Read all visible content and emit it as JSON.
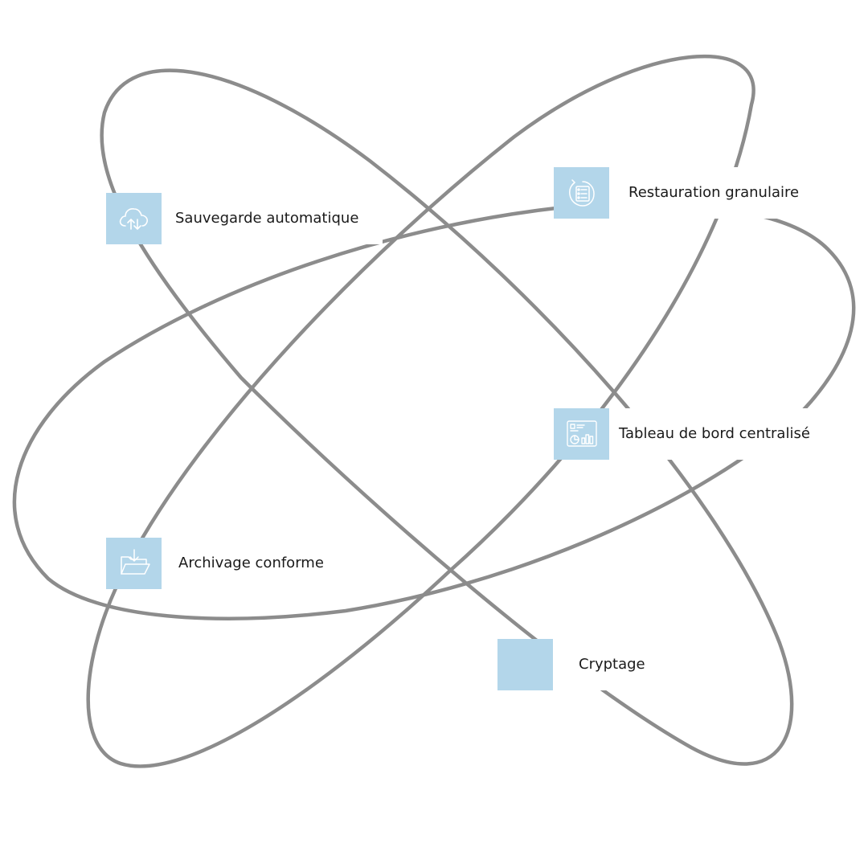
{
  "colors": {
    "tile": "#b3d6ea",
    "orbit": "#8c8c8c",
    "text": "#1a1a1a"
  },
  "features": [
    {
      "label": "Sauvegarde automatique",
      "icon": "cloud-sync-icon"
    },
    {
      "label": "Restauration granulaire",
      "icon": "list-restore-icon"
    },
    {
      "label": "Tableau de bord centralisé",
      "icon": "dashboard-chart-icon"
    },
    {
      "label": "Archivage conforme",
      "icon": "folder-download-icon"
    },
    {
      "label": "Cryptage",
      "icon": ""
    }
  ]
}
